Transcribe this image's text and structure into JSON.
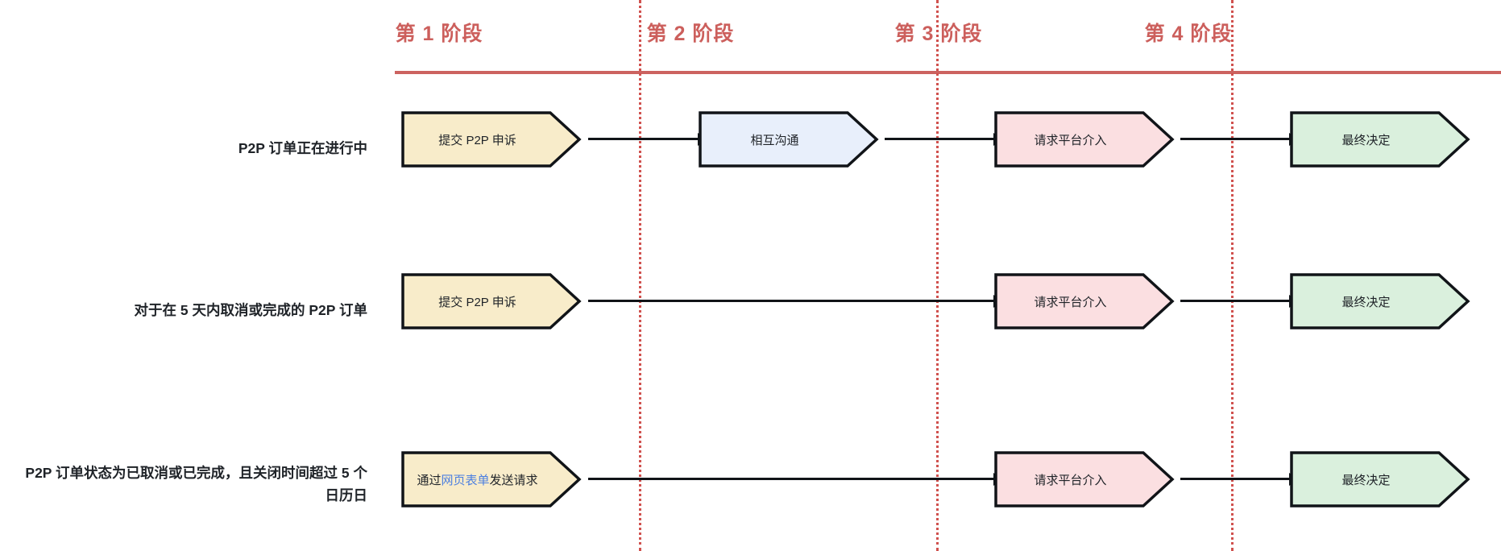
{
  "colors": {
    "phase_accent": "#cc5f5c",
    "divider": "#d0514e",
    "stroke": "#111418",
    "fill_yellow": "#f8ecca",
    "fill_blue": "#e8effb",
    "fill_pink": "#fbdfe1",
    "fill_green": "#daf0dd",
    "link": "#4c7fe0",
    "text": "#1f2328"
  },
  "phases": [
    {
      "label": "第 1 阶段"
    },
    {
      "label": "第 2 阶段"
    },
    {
      "label": "第 3 阶段"
    },
    {
      "label": "第 4 阶段"
    }
  ],
  "rows": [
    {
      "label": "P2P 订单正在进行中",
      "steps": [
        {
          "text": "提交 P2P 申诉",
          "fill": "#f8ecca"
        },
        {
          "text": "相互沟通",
          "fill": "#e8effb"
        },
        {
          "text": "请求平台介入",
          "fill": "#fbdfe1"
        },
        {
          "text": "最终决定",
          "fill": "#daf0dd"
        }
      ]
    },
    {
      "label": "对于在 5 天内取消或完成的 P2P 订单",
      "steps": [
        {
          "text": "提交 P2P 申诉",
          "fill": "#f8ecca"
        },
        {
          "text": "请求平台介入",
          "fill": "#fbdfe1"
        },
        {
          "text": "最终决定",
          "fill": "#daf0dd"
        }
      ]
    },
    {
      "label": "P2P 订单状态为已取消或已完成，且关闭时间超过 5 个日历日",
      "steps": [
        {
          "text_before": "通过",
          "link_text": "网页表单",
          "text_after": "发送请求",
          "fill": "#f8ecca"
        },
        {
          "text": "请求平台介入",
          "fill": "#fbdfe1"
        },
        {
          "text": "最终决定",
          "fill": "#daf0dd"
        }
      ]
    }
  ]
}
